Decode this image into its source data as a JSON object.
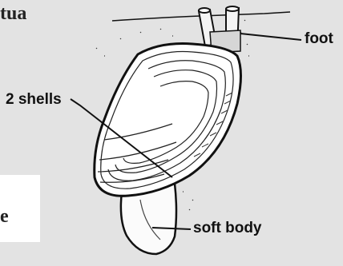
{
  "partial_title": "tua",
  "partial_letter": "e",
  "labels": {
    "foot": "foot",
    "shells": "2 shells",
    "soft_body": "soft body"
  }
}
